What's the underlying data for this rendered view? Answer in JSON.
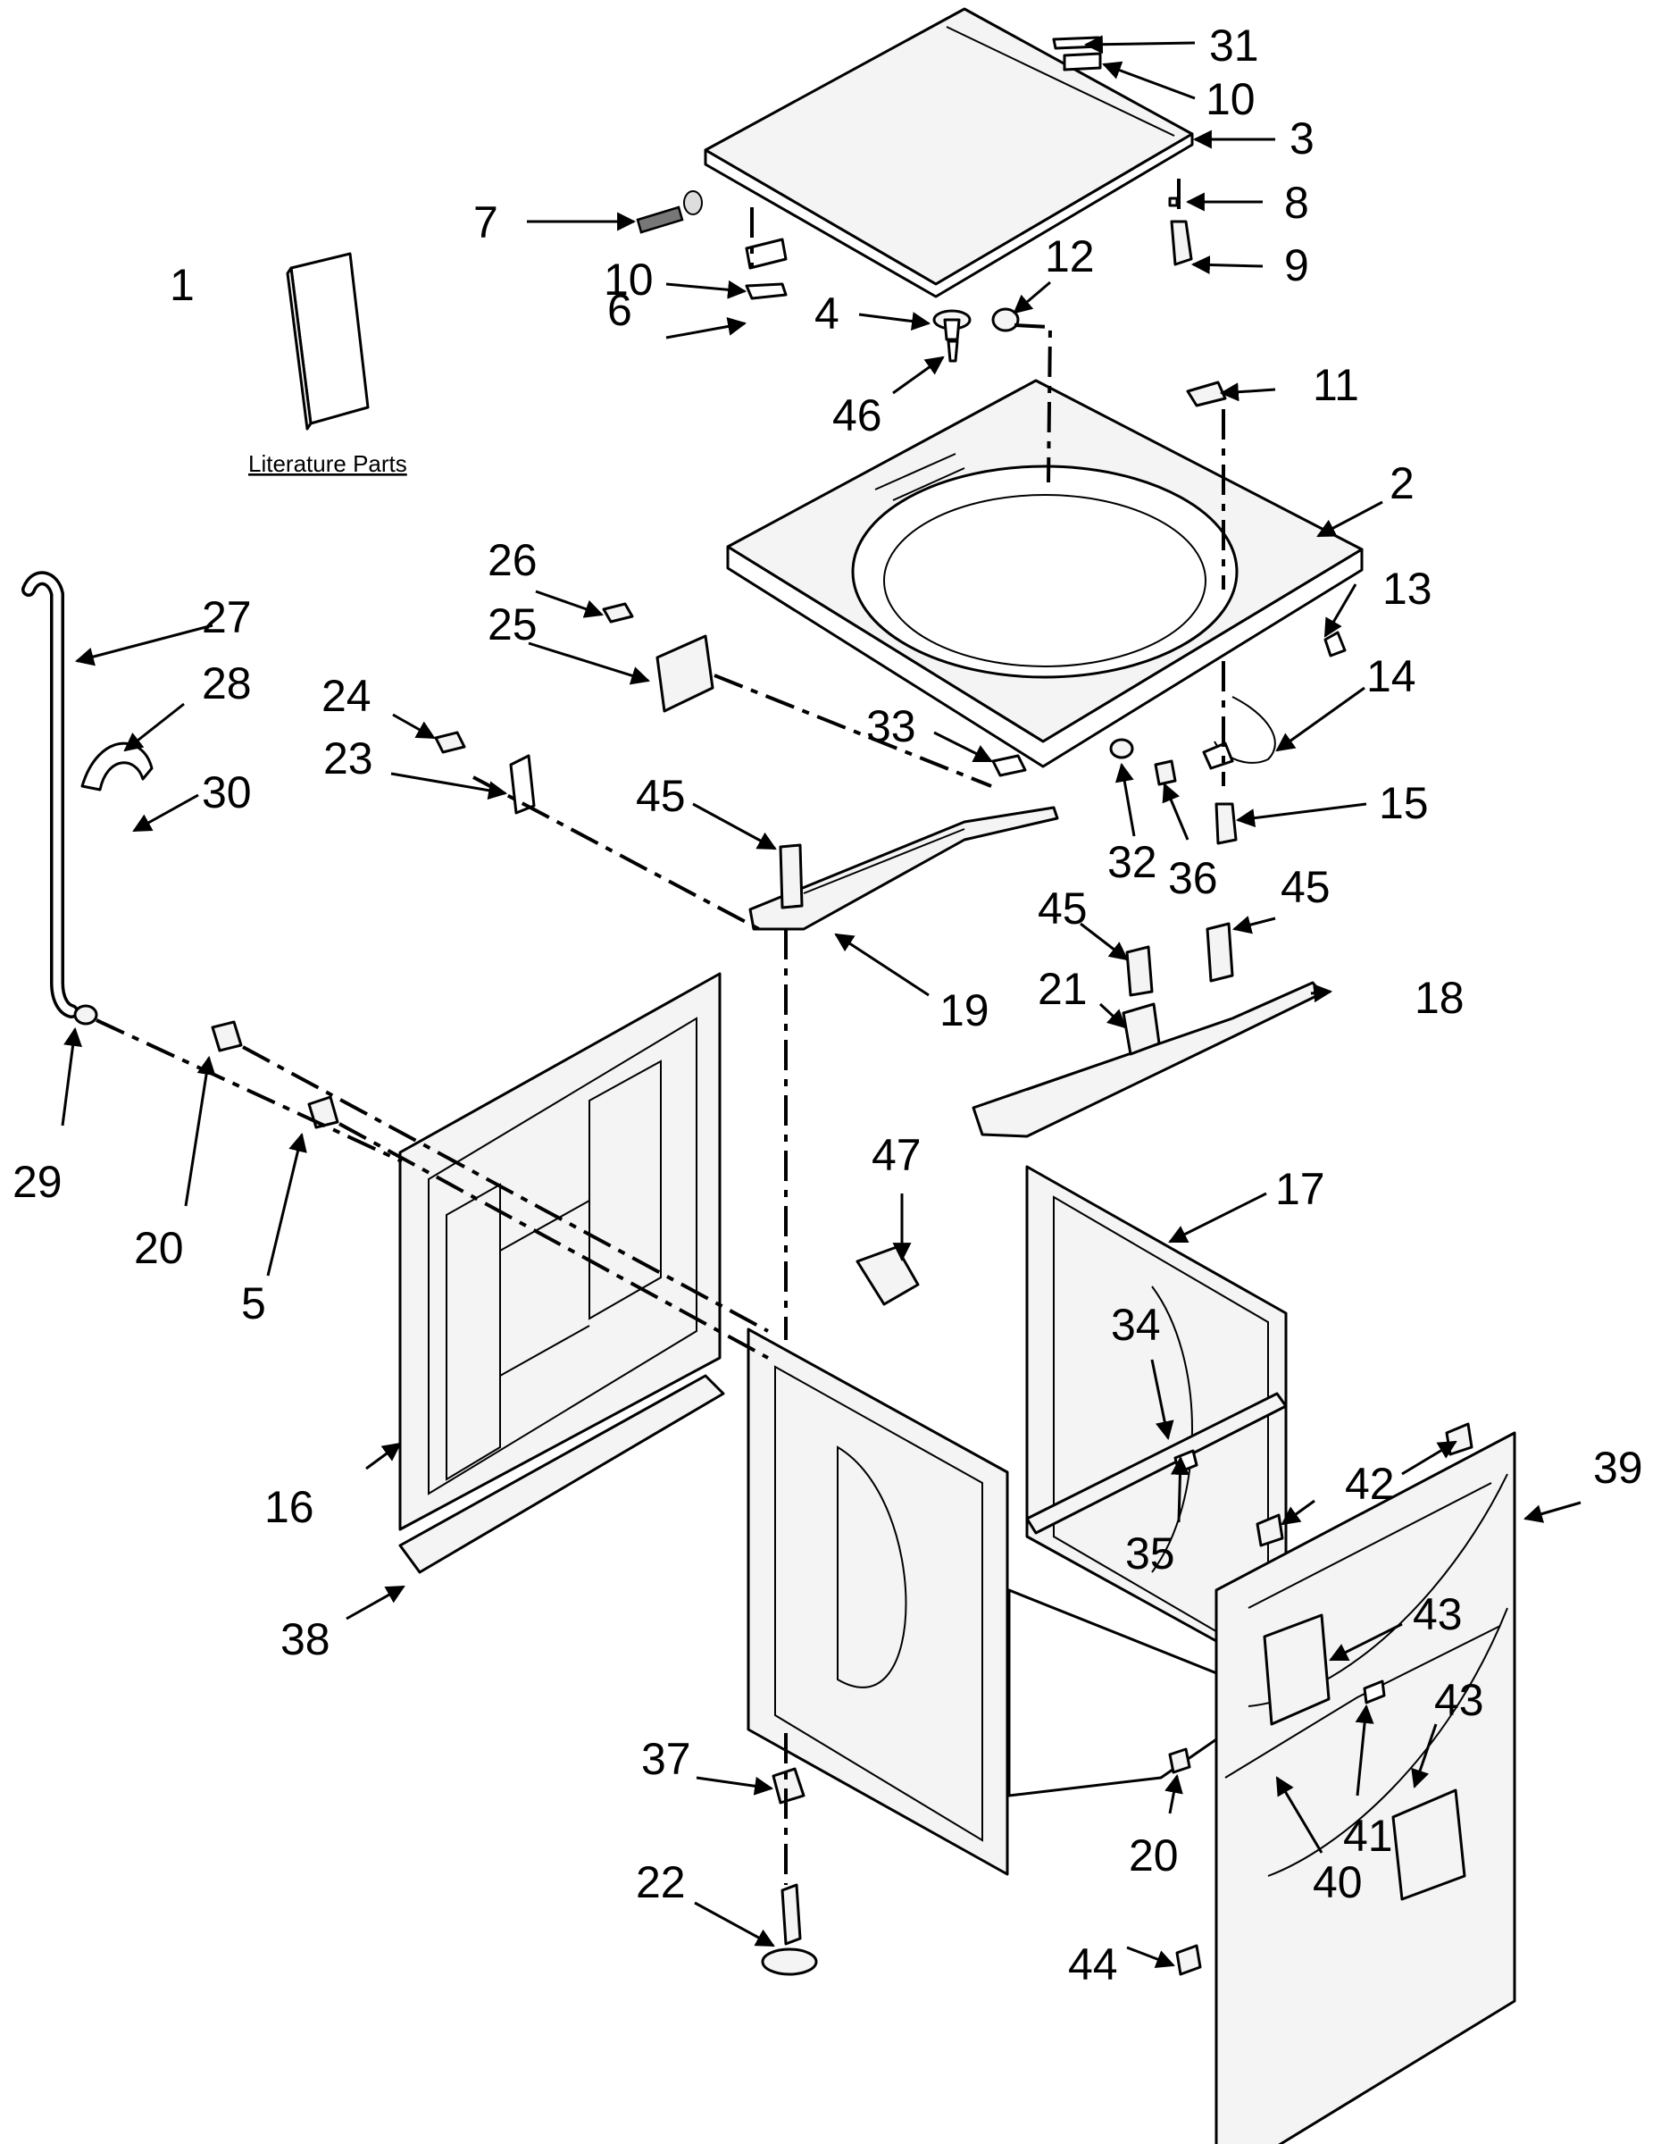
{
  "literature_label": "Literature Parts",
  "callouts": [
    "1",
    "2",
    "3",
    "4",
    "5",
    "6",
    "7",
    "8",
    "9",
    "10",
    "10",
    "11",
    "12",
    "13",
    "14",
    "15",
    "16",
    "17",
    "18",
    "19",
    "20",
    "20",
    "21",
    "22",
    "23",
    "24",
    "25",
    "26",
    "27",
    "28",
    "29",
    "30",
    "31",
    "32",
    "33",
    "34",
    "35",
    "36",
    "37",
    "38",
    "39",
    "40",
    "41",
    "42",
    "43",
    "43",
    "44",
    "45",
    "45",
    "45",
    "46",
    "47"
  ]
}
